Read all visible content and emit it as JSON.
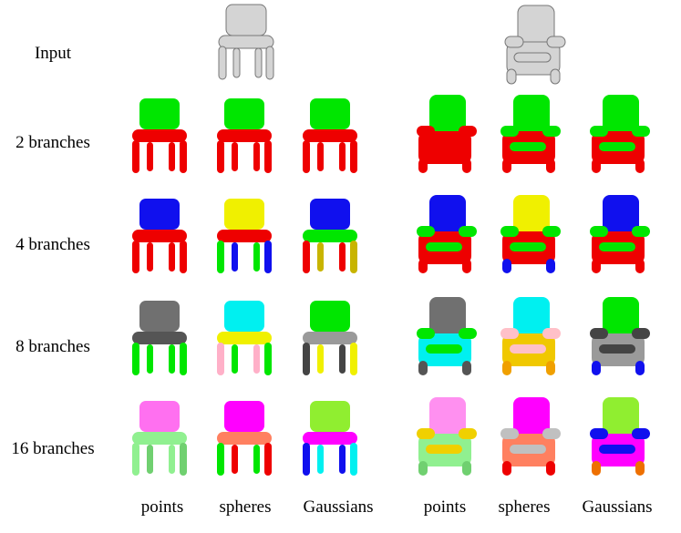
{
  "rows": [
    {
      "label": "Input"
    },
    {
      "label": "2 branches"
    },
    {
      "label": "4 branches"
    },
    {
      "label": "8 branches"
    },
    {
      "label": "16 branches"
    }
  ],
  "columns": [
    "points",
    "spheres",
    "Gaussians",
    "points",
    "spheres",
    "Gaussians"
  ],
  "inputs": [
    {
      "name": "chair-a",
      "style": "plain",
      "color": "#d4d4d4"
    },
    {
      "name": "chair-b",
      "style": "armchair",
      "color": "#d4d4d4"
    }
  ],
  "cells": [
    [
      [
        "#00e600",
        "#ee0000",
        "#ee0000",
        "#ee0000"
      ],
      [
        "#00e600",
        "#ee0000",
        "#ee0000",
        "#ee0000"
      ],
      [
        "#00e600",
        "#ee0000",
        "#ee0000",
        "#ee0000"
      ],
      [
        "#00e600",
        "#ee0000",
        "#ee0000",
        "#ee0000"
      ],
      [
        "#00e600",
        "#ee0000",
        "#00e600",
        "#ee0000"
      ],
      [
        "#00e600",
        "#ee0000",
        "#00e600",
        "#ee0000"
      ]
    ],
    [
      [
        "#1010ee",
        "#ee0000",
        "#ee0000",
        "#ee0000"
      ],
      [
        "#f0f000",
        "#ee0000",
        "#00e600",
        "#1010ee"
      ],
      [
        "#1010ee",
        "#00e600",
        "#ee0000",
        "#c8b400"
      ],
      [
        "#1010ee",
        "#ee0000",
        "#00e600",
        "#ee0000"
      ],
      [
        "#f0f000",
        "#ee0000",
        "#00e600",
        "#1010ee"
      ],
      [
        "#1010ee",
        "#ee0000",
        "#00e600",
        "#ee0000"
      ]
    ],
    [
      [
        "#707070",
        "#555555",
        "#00e600",
        "#00e600"
      ],
      [
        "#00f0f0",
        "#f0f000",
        "#ffb0c8",
        "#00e600"
      ],
      [
        "#00e600",
        "#9a9a9a",
        "#444444",
        "#f0f000"
      ],
      [
        "#707070",
        "#00f0f0",
        "#00e600",
        "#555555"
      ],
      [
        "#00f0f0",
        "#f0c800",
        "#ffc0c8",
        "#f0a000"
      ],
      [
        "#00e600",
        "#9a9a9a",
        "#444444",
        "#1010ee"
      ]
    ],
    [
      [
        "#ff70f0",
        "#90f090",
        "#90f090",
        "#70d070"
      ],
      [
        "#ff00ff",
        "#ff8060",
        "#00e600",
        "#ee0000"
      ],
      [
        "#90ee30",
        "#ff00ff",
        "#1010ee",
        "#00f0f0"
      ],
      [
        "#ff90f0",
        "#90f090",
        "#f0d000",
        "#70d070"
      ],
      [
        "#ff00ff",
        "#ff8060",
        "#c0c0c0",
        "#ee0000"
      ],
      [
        "#90ee30",
        "#ff00ff",
        "#1010ee",
        "#ee7000"
      ]
    ]
  ]
}
